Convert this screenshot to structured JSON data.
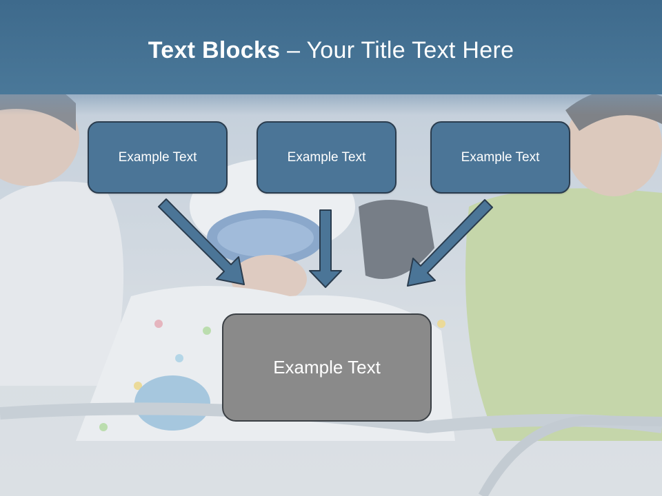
{
  "title": {
    "bold_part": "Text Blocks",
    "separator": " – ",
    "regular_part": "Your Title Text Here"
  },
  "blocks": [
    {
      "label": "Example Text"
    },
    {
      "label": "Example Text"
    },
    {
      "label": "Example Text"
    }
  ],
  "bottom_block": {
    "label": "Example Text"
  },
  "colors": {
    "header": "#44729a",
    "block_fill": "#4b7597",
    "block_border": "#2a3c4e",
    "bottom_fill": "#8a8a8a",
    "arrow_fill": "#4b7597"
  }
}
